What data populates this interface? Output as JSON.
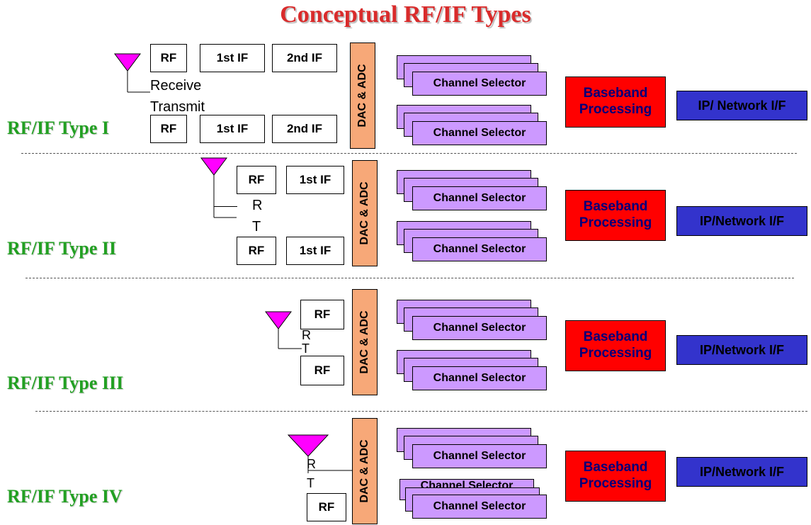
{
  "title": "Conceptual RF/IF Types",
  "colors": {
    "title": "#d92b2b",
    "type_label": "#22a022",
    "antenna": "#ff00ff",
    "dac": "#f7a878",
    "channel_selector": "#cc99ff",
    "baseband": "#ff0000",
    "baseband_text": "#00007a",
    "ip_interface": "#3333cc"
  },
  "labels": {
    "rf": "RF",
    "first_if": "1st IF",
    "second_if": "2nd IF",
    "dac_adc": "DAC & ADC",
    "channel_selector": "Channel Selector",
    "baseband_line1": "Baseband",
    "baseband_line2": "Processing",
    "receive": "Receive",
    "transmit": "Transmit",
    "r": "R",
    "t": "T"
  },
  "types": [
    {
      "label": "RF/IF Type I",
      "ip_label": "IP/ Network  I/F"
    },
    {
      "label": "RF/IF Type II",
      "ip_label": "IP/Network  I/F"
    },
    {
      "label": "RF/IF Type III",
      "ip_label": "IP/Network  I/F"
    },
    {
      "label": "RF/IF Type IV",
      "ip_label": "IP/Network  I/F"
    }
  ]
}
